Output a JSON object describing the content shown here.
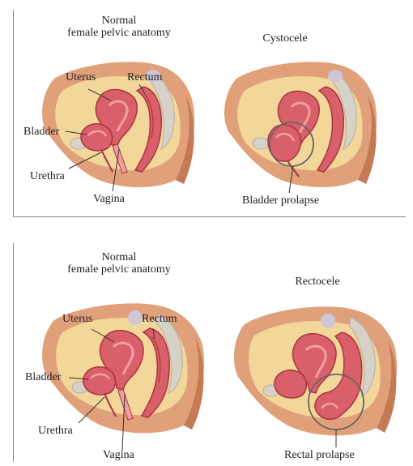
{
  "top_panel": {
    "normal": {
      "heading_line1": "Normal",
      "heading_line2": "female pelvic anatomy",
      "labels": {
        "uterus": "Uterus",
        "rectum": "Rectum",
        "bladder": "Bladder",
        "urethra": "Urethra",
        "vagina": "Vagina"
      }
    },
    "condition": {
      "heading": "Cystocele",
      "prolapse_label": "Bladder prolapse"
    }
  },
  "bottom_panel": {
    "normal": {
      "heading_line1": "Normal",
      "heading_line2": "female pelvic anatomy",
      "labels": {
        "uterus": "Uterus",
        "rectum": "Rectum",
        "bladder": "Bladder",
        "urethra": "Urethra",
        "vagina": "Vagina"
      }
    },
    "condition": {
      "heading": "Rectocele",
      "prolapse_label": "Rectal prolapse"
    }
  },
  "colors": {
    "skin": "#e0a07a",
    "skin_dark": "#c37a55",
    "fat": "#f3d79a",
    "bone": "#d7d2c8",
    "organ": "#d9606a",
    "organ_inner": "#f0a0a0",
    "organ_dark": "#a8343e",
    "label_line": "#333333",
    "circle": "#666666"
  }
}
